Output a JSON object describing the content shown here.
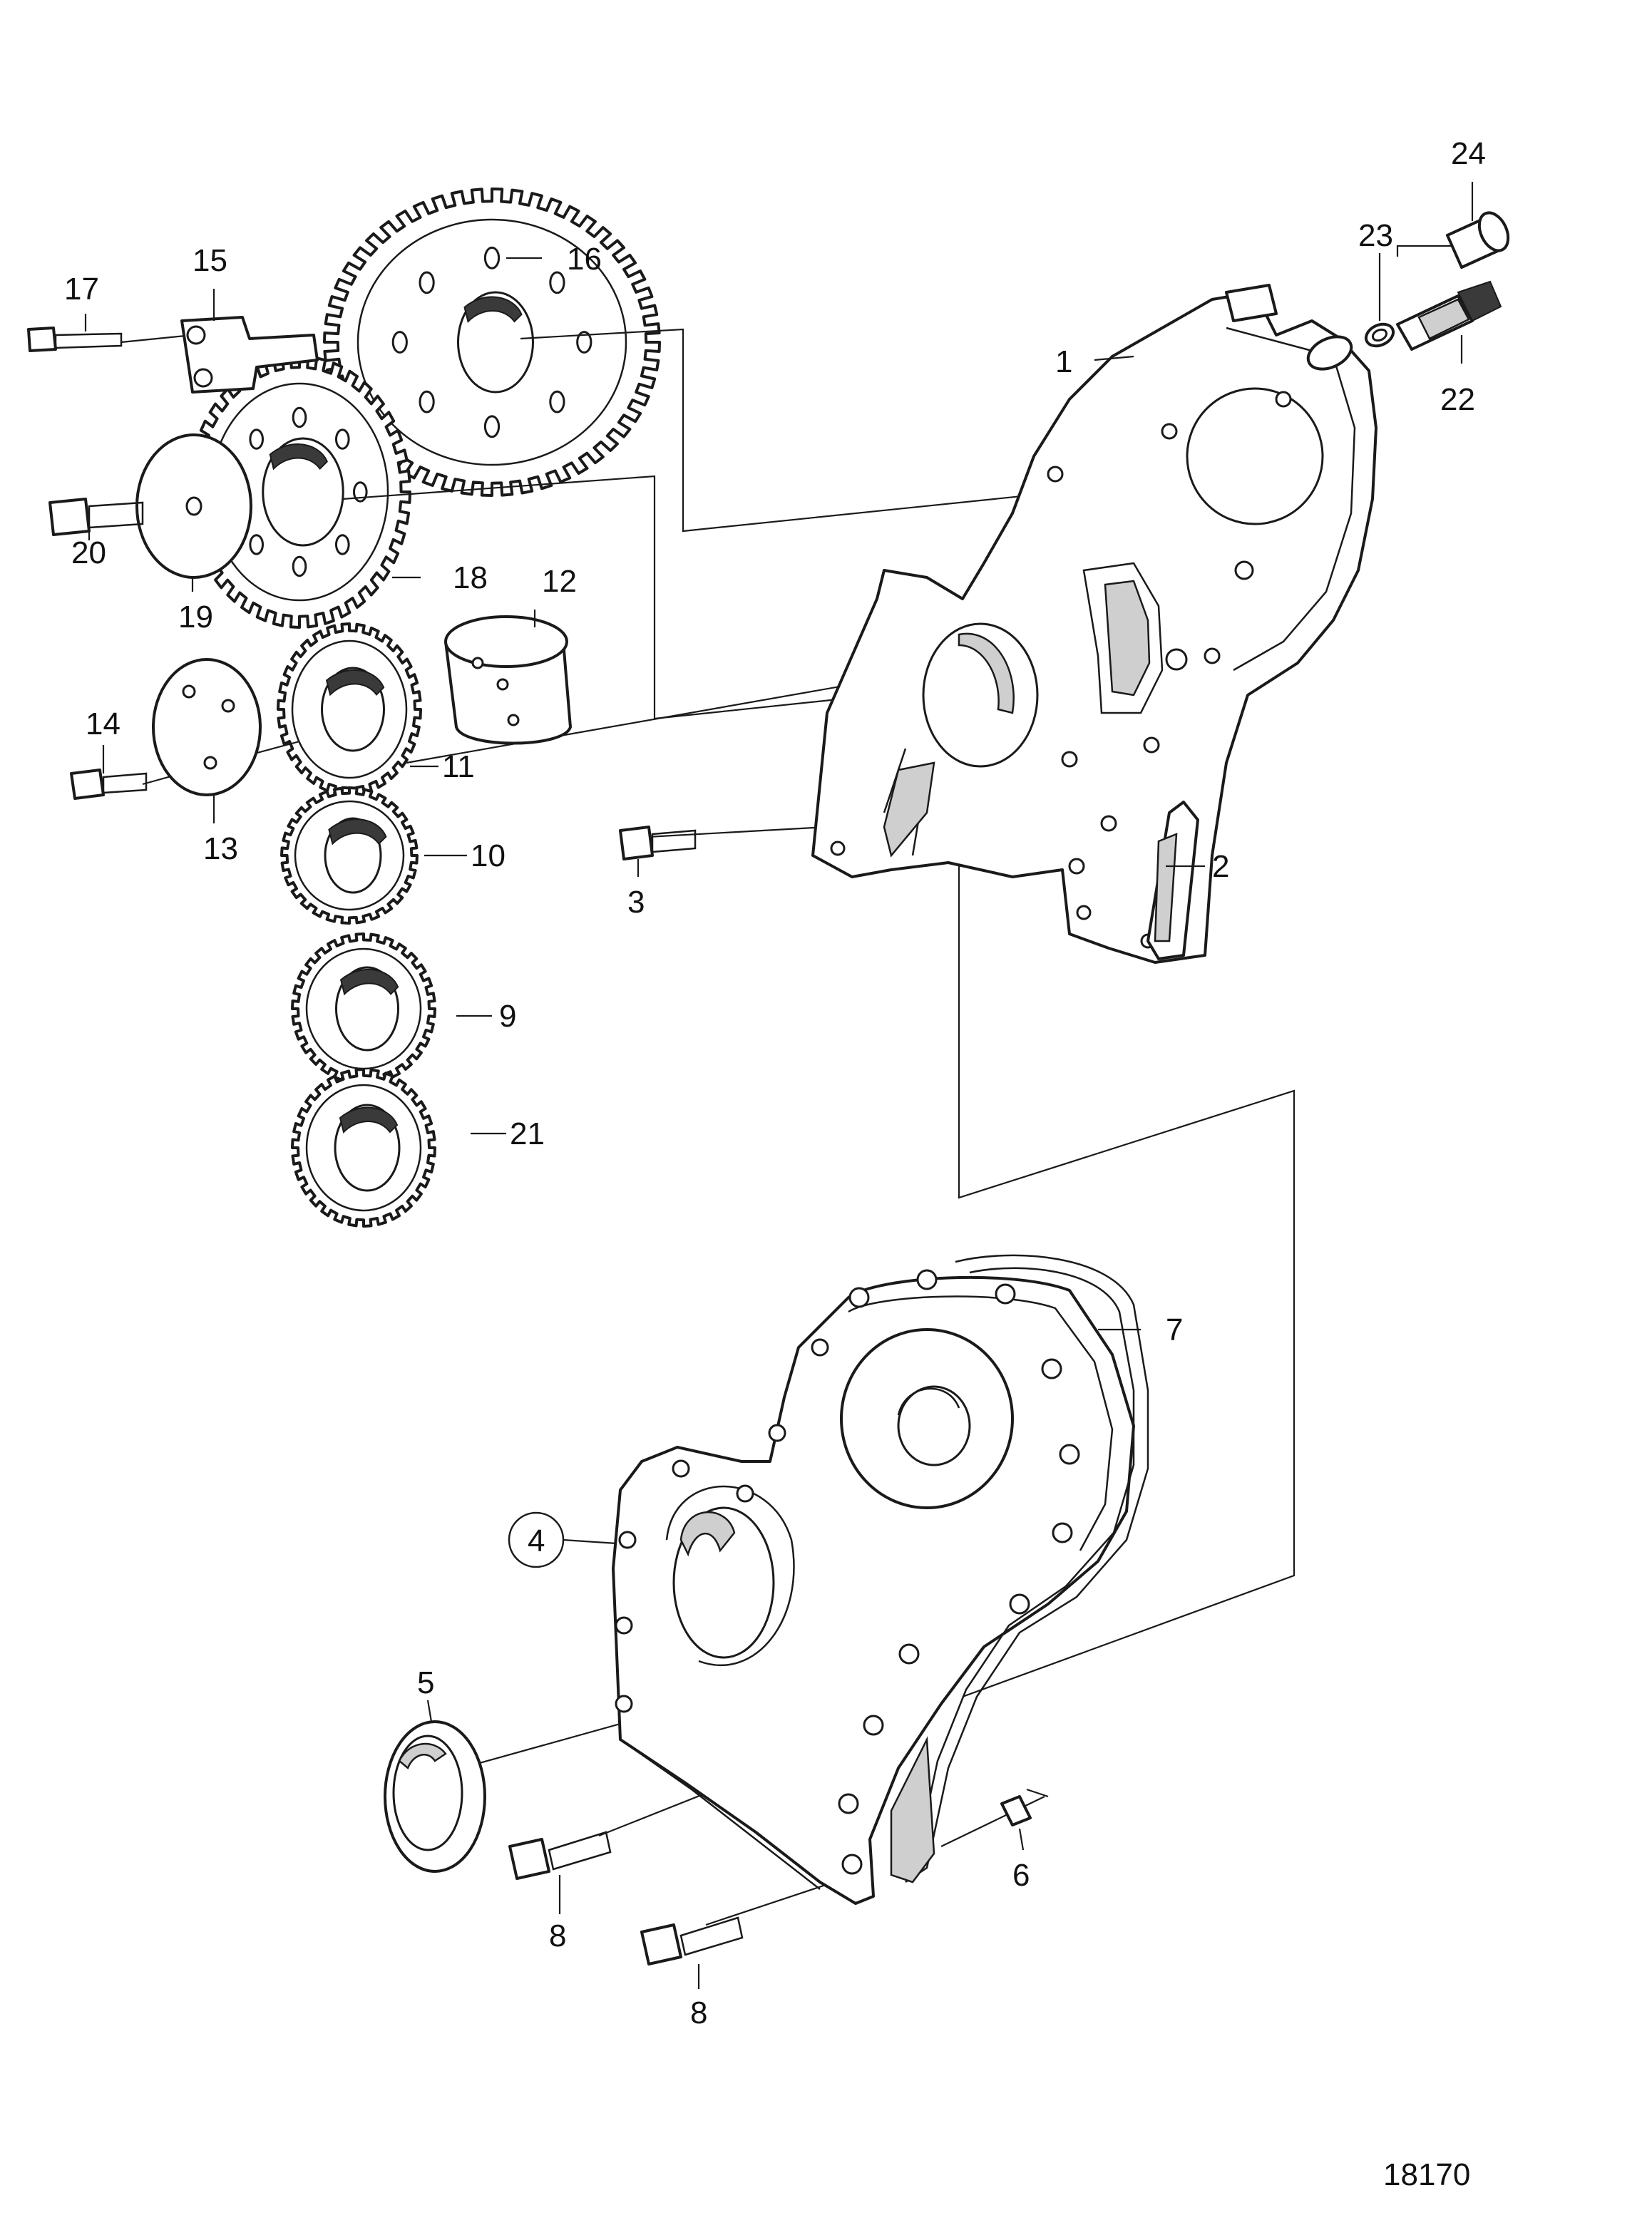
{
  "diagram": {
    "figure_number": "18170",
    "callouts": [
      {
        "id": "c1",
        "label": "1"
      },
      {
        "id": "c2",
        "label": "2"
      },
      {
        "id": "c3",
        "label": "3"
      },
      {
        "id": "c4",
        "label": "4",
        "circled": true
      },
      {
        "id": "c5",
        "label": "5"
      },
      {
        "id": "c6",
        "label": "6"
      },
      {
        "id": "c7",
        "label": "7"
      },
      {
        "id": "c8a",
        "label": "8"
      },
      {
        "id": "c8b",
        "label": "8"
      },
      {
        "id": "c9",
        "label": "9"
      },
      {
        "id": "c10",
        "label": "10"
      },
      {
        "id": "c11",
        "label": "11"
      },
      {
        "id": "c12",
        "label": "12"
      },
      {
        "id": "c13",
        "label": "13"
      },
      {
        "id": "c14",
        "label": "14"
      },
      {
        "id": "c15",
        "label": "15"
      },
      {
        "id": "c16",
        "label": "16"
      },
      {
        "id": "c17",
        "label": "17"
      },
      {
        "id": "c18",
        "label": "18"
      },
      {
        "id": "c19",
        "label": "19"
      },
      {
        "id": "c20",
        "label": "20"
      },
      {
        "id": "c21",
        "label": "21"
      },
      {
        "id": "c22",
        "label": "22"
      },
      {
        "id": "c23",
        "label": "23"
      },
      {
        "id": "c24",
        "label": "24"
      }
    ]
  }
}
